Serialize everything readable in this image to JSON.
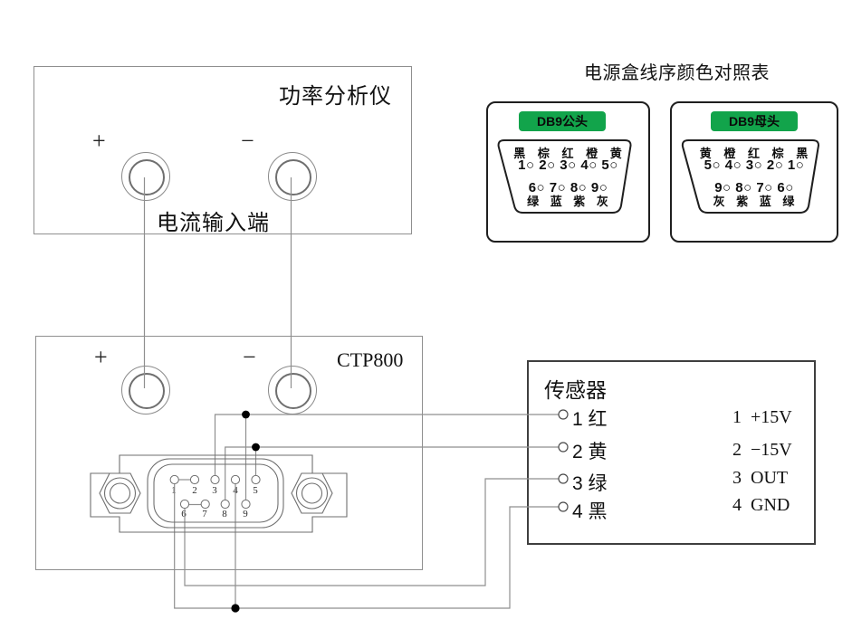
{
  "power_analyzer": {
    "title": "功率分析仪",
    "plus": "+",
    "minus": "−",
    "current_label": "电流输入端"
  },
  "ctp800": {
    "title": "CTP800",
    "plus": "+",
    "minus": "−",
    "pin_numbers": [
      "1",
      "2",
      "3",
      "4",
      "5",
      "6",
      "7",
      "8",
      "9"
    ]
  },
  "sensor": {
    "title": "传感器",
    "pins": [
      {
        "label": "1 红",
        "spec": "1  +15V"
      },
      {
        "label": "2 黄",
        "spec": "2  −15V"
      },
      {
        "label": "3 绿",
        "spec": "3  OUT"
      },
      {
        "label": "4 黑",
        "spec": "4  GND"
      }
    ]
  },
  "color_table": {
    "title": "电源盒线序颜色对照表",
    "connectors": [
      {
        "badge": "DB9公头",
        "top_colors": "黑 棕 红 橙 黄",
        "top_pins": "1○ 2○ 3○ 4○ 5○",
        "bottom_pins": "6○ 7○ 8○ 9○",
        "bottom_colors": "绿 蓝 紫 灰"
      },
      {
        "badge": "DB9母头",
        "top_colors": "黄 橙 红 棕 黑",
        "top_pins": "5○ 4○ 3○ 2○ 1○",
        "bottom_pins": "9○ 8○ 7○ 6○",
        "bottom_colors": "灰 紫 蓝 绿"
      }
    ]
  },
  "colors": {
    "badge_green": "#12a44b",
    "wire_gray": "#8f8f8f",
    "line_gray": "#6f6f6f",
    "text": "#1a1a1a"
  }
}
